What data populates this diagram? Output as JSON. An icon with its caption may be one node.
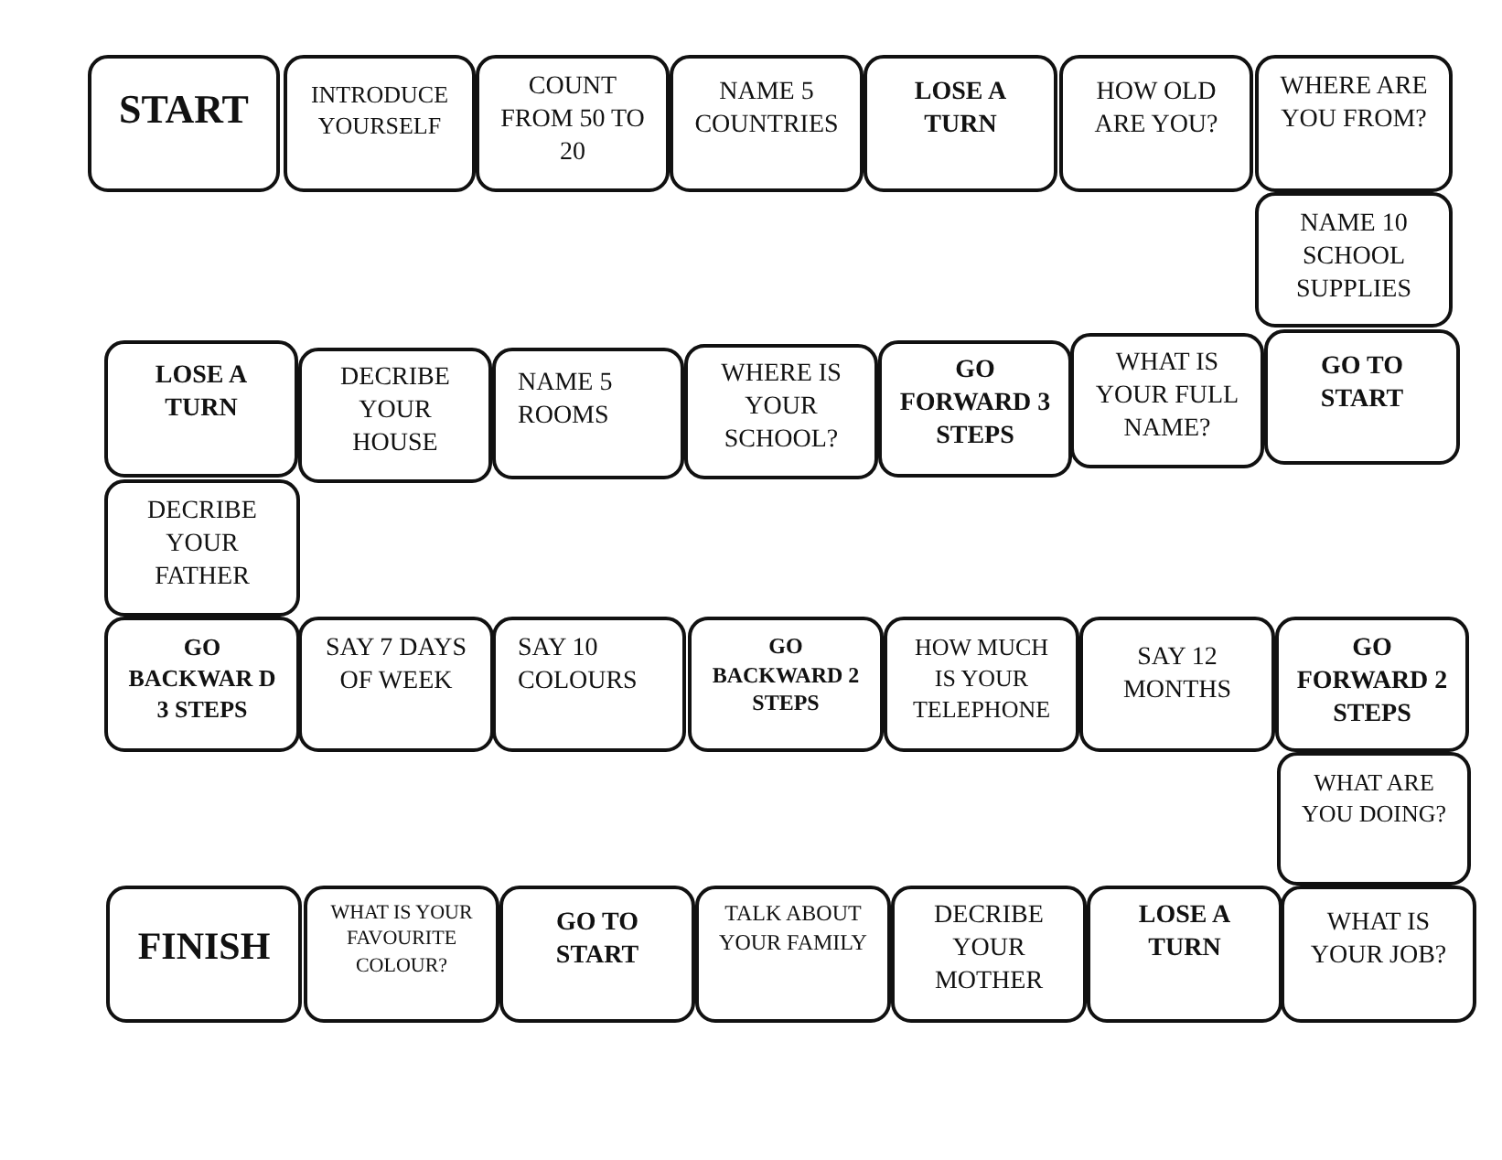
{
  "diagram": {
    "nodes": [
      {
        "text": [
          "START"
        ]
      },
      {
        "text": [
          "INTRODUCE YOURSELF"
        ]
      },
      {
        "text": [
          "COUNT FROM 50 TO 20"
        ]
      },
      {
        "text": [
          "NAME 5 COUNTRIES"
        ]
      },
      {
        "text": [
          "LOSE A TURN"
        ]
      },
      {
        "text": [
          "HOW OLD ARE YOU?"
        ]
      },
      {
        "text": [
          "WHERE ARE YOU FROM?"
        ]
      },
      {
        "text": [
          "NAME 10 SCHOOL SUPPLIES"
        ]
      },
      {
        "text": [
          "LOSE A TURN"
        ]
      },
      {
        "text": [
          "DECRIBE YOUR HOUSE"
        ]
      },
      {
        "text": [
          "NAME 5 ROOMS"
        ]
      },
      {
        "text": [
          "WHERE IS YOUR SCHOOL?"
        ]
      },
      {
        "text": [
          "GO FORWARD 3 STEPS"
        ]
      },
      {
        "text": [
          "WHAT IS YOUR FULL NAME?"
        ]
      },
      {
        "text": [
          "GO TO START"
        ]
      },
      {
        "text": [
          "DECRIBE YOUR FATHER"
        ]
      },
      {
        "text": [
          "GO BACKWAR D 3 STEPS"
        ]
      },
      {
        "text": [
          "SAY 7 DAYS OF WEEK"
        ]
      },
      {
        "text": [
          "SAY 10 COLOURS"
        ]
      },
      {
        "text": [
          "GO BACKWARD 2 STEPS"
        ]
      },
      {
        "text": [
          "HOW MUCH IS YOUR TELEPHONE"
        ]
      },
      {
        "text": [
          "SAY 12 MONTHS"
        ]
      },
      {
        "text": [
          "GO FORWARD 2 STEPS"
        ]
      },
      {
        "text": [
          "WHAT ARE YOU DOING?"
        ]
      },
      {
        "text": [
          "FINISH"
        ]
      },
      {
        "text": [
          "WHAT IS YOUR FAVOURITE COLOUR?"
        ]
      },
      {
        "text": [
          "GO TO START"
        ]
      },
      {
        "text": [
          "TALK ABOUT YOUR FAMILY"
        ]
      },
      {
        "text": [
          "DECRIBE YOUR MOTHER"
        ]
      },
      {
        "text": [
          "LOSE A TURN"
        ]
      },
      {
        "text": [
          "WHAT IS YOUR JOB?"
        ]
      }
    ]
  }
}
